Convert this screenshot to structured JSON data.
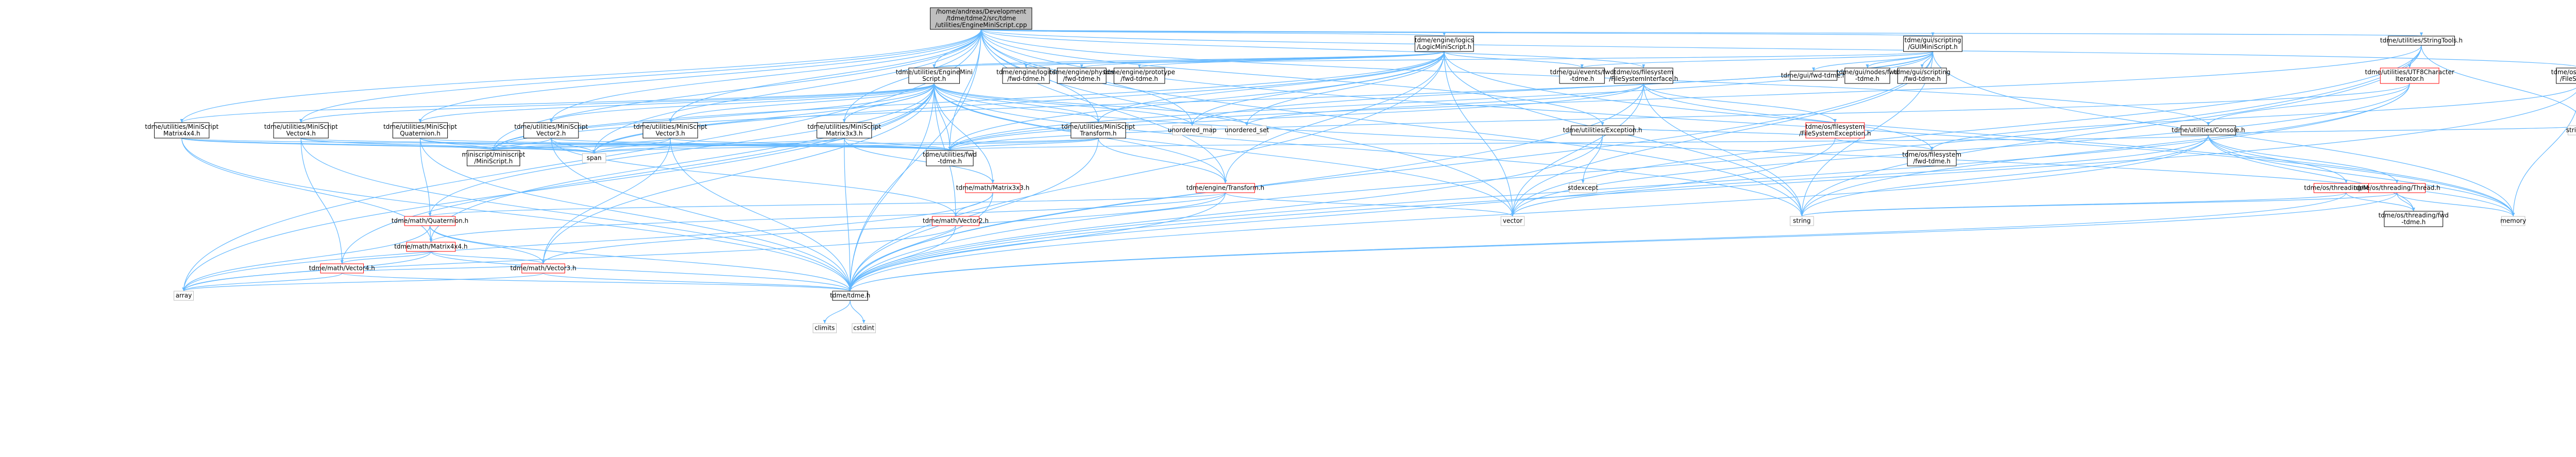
{
  "graph": {
    "title": "",
    "nodes": [
      {
        "id": "root",
        "kind": "root",
        "lines": [
          "/home/andreas/Development",
          "/tdme/tdme2/src/tdme",
          "/utilities/EngineMiniScript.cpp"
        ]
      },
      {
        "id": "logics",
        "kind": "blk",
        "lines": [
          "tdme/engine/logics",
          "/LogicMiniScript.h"
        ]
      },
      {
        "id": "gui_ms",
        "kind": "blk",
        "lines": [
          "tdme/gui/scripting",
          "/GUIMiniScript.h"
        ]
      },
      {
        "id": "strtools",
        "kind": "blk",
        "lines": [
          "tdme/utilities/StringTools.h"
        ]
      },
      {
        "id": "engminiscript",
        "kind": "blk",
        "lines": [
          "tdme/utilities/EngineMini",
          "Script.h"
        ]
      },
      {
        "id": "logics_fwd",
        "kind": "blk",
        "lines": [
          "tdme/engine/logics",
          "/fwd-tdme.h"
        ]
      },
      {
        "id": "physics_fwd",
        "kind": "blk",
        "lines": [
          "tdme/engine/physics",
          "/fwd-tdme.h"
        ]
      },
      {
        "id": "proto_fwd",
        "kind": "blk",
        "lines": [
          "tdme/engine/prototype",
          "/fwd-tdme.h"
        ]
      },
      {
        "id": "events_fwd",
        "kind": "blk",
        "lines": [
          "tdme/gui/events/fwd",
          "-tdme.h"
        ]
      },
      {
        "id": "fsi",
        "kind": "blk",
        "lines": [
          "tdme/os/filesystem",
          "/FileSystemInterface.h"
        ]
      },
      {
        "id": "gui_fwd",
        "kind": "blk",
        "lines": [
          "tdme/gui/fwd-tdme.h"
        ]
      },
      {
        "id": "nodes_fwd",
        "kind": "blk",
        "lines": [
          "tdme/gui/nodes/fwd",
          "-tdme.h"
        ]
      },
      {
        "id": "scripting_fwd",
        "kind": "blk",
        "lines": [
          "tdme/gui/scripting",
          "/fwd-tdme.h"
        ]
      },
      {
        "id": "utf8",
        "kind": "red",
        "lines": [
          "tdme/utilities/UTF8Character",
          "Iterator.h"
        ]
      },
      {
        "id": "fs_h",
        "kind": "blk",
        "lines": [
          "tdme/os/filesystem",
          "/FileSystem.h"
        ]
      },
      {
        "id": "ms_m4",
        "kind": "blk",
        "lines": [
          "tdme/utilities/MiniScript",
          "Matrix4x4.h"
        ]
      },
      {
        "id": "ms_v4",
        "kind": "blk",
        "lines": [
          "tdme/utilities/MiniScript",
          "Vector4.h"
        ]
      },
      {
        "id": "ms_q",
        "kind": "blk",
        "lines": [
          "tdme/utilities/MiniScript",
          "Quaternion.h"
        ]
      },
      {
        "id": "ms_v2",
        "kind": "blk",
        "lines": [
          "tdme/utilities/MiniScript",
          "Vector2.h"
        ]
      },
      {
        "id": "ms_v3",
        "kind": "blk",
        "lines": [
          "tdme/utilities/MiniScript",
          "Vector3.h"
        ]
      },
      {
        "id": "ms_m3",
        "kind": "blk",
        "lines": [
          "tdme/utilities/MiniScript",
          "Matrix3x3.h"
        ]
      },
      {
        "id": "ms_tr",
        "kind": "blk",
        "lines": [
          "tdme/utilities/MiniScript",
          "Transform.h"
        ]
      },
      {
        "id": "unordered_map",
        "kind": "std",
        "lines": [
          "unordered_map"
        ]
      },
      {
        "id": "unordered_set",
        "kind": "std",
        "lines": [
          "unordered_set"
        ]
      },
      {
        "id": "exc",
        "kind": "blk",
        "lines": [
          "tdme/utilities/Exception.h"
        ]
      },
      {
        "id": "fsexc",
        "kind": "red",
        "lines": [
          "tdme/os/filesystem",
          "/FileSystemException.h"
        ]
      },
      {
        "id": "console",
        "kind": "blk",
        "lines": [
          "tdme/utilities/Console.h"
        ]
      },
      {
        "id": "string_view",
        "kind": "std",
        "lines": [
          "string_view"
        ]
      },
      {
        "id": "miniscript",
        "kind": "blk",
        "lines": [
          "miniscript/miniscript",
          "/MiniScript.h"
        ]
      },
      {
        "id": "span",
        "kind": "std",
        "lines": [
          "span"
        ]
      },
      {
        "id": "util_fwd",
        "kind": "blk",
        "lines": [
          "tdme/utilities/fwd",
          "-tdme.h"
        ]
      },
      {
        "id": "m3x3",
        "kind": "red",
        "lines": [
          "tdme/math/Matrix3x3.h"
        ]
      },
      {
        "id": "transform",
        "kind": "red",
        "lines": [
          "tdme/engine/Transform.h"
        ]
      },
      {
        "id": "stdexcept",
        "kind": "std",
        "lines": [
          "stdexcept"
        ]
      },
      {
        "id": "fs_fwd",
        "kind": "blk",
        "lines": [
          "tdme/os/filesystem",
          "/fwd-tdme.h"
        ]
      },
      {
        "id": "mutex",
        "kind": "red",
        "lines": [
          "tdme/os/threading/Mutex.h"
        ]
      },
      {
        "id": "thread",
        "kind": "red",
        "lines": [
          "tdme/os/threading/Thread.h"
        ]
      },
      {
        "id": "quat",
        "kind": "red",
        "lines": [
          "tdme/math/Quaternion.h"
        ]
      },
      {
        "id": "vec2",
        "kind": "red",
        "lines": [
          "tdme/math/Vector2.h"
        ]
      },
      {
        "id": "vector",
        "kind": "std",
        "lines": [
          "vector"
        ]
      },
      {
        "id": "string",
        "kind": "std",
        "lines": [
          "string"
        ]
      },
      {
        "id": "thr_fwd",
        "kind": "blk",
        "lines": [
          "tdme/os/threading/fwd",
          "-tdme.h"
        ]
      },
      {
        "id": "memory",
        "kind": "std",
        "lines": [
          "memory"
        ]
      },
      {
        "id": "m4x4",
        "kind": "red",
        "lines": [
          "tdme/math/Matrix4x4.h"
        ]
      },
      {
        "id": "vec4",
        "kind": "red",
        "lines": [
          "tdme/math/Vector4.h"
        ]
      },
      {
        "id": "vec3",
        "kind": "red",
        "lines": [
          "tdme/math/Vector3.h"
        ]
      },
      {
        "id": "array",
        "kind": "std",
        "lines": [
          "array"
        ]
      },
      {
        "id": "tdme_h",
        "kind": "blk",
        "lines": [
          "tdme/tdme.h"
        ]
      },
      {
        "id": "climits",
        "kind": "std",
        "lines": [
          "climits"
        ]
      },
      {
        "id": "cstdint",
        "kind": "std",
        "lines": [
          "cstdint"
        ]
      }
    ]
  }
}
